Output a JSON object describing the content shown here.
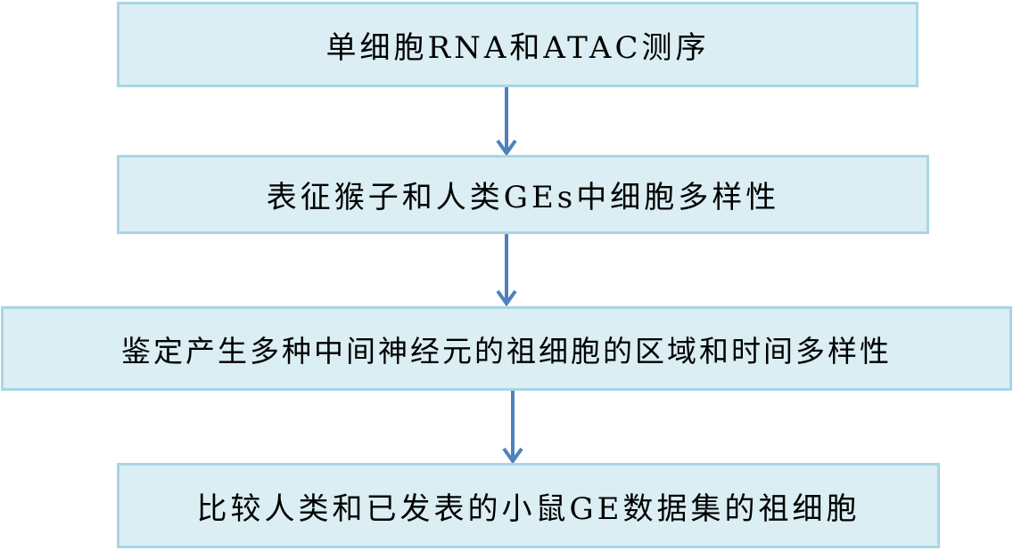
{
  "steps": [
    {
      "label": "单细胞RNA和ATAC测序"
    },
    {
      "label": "表征猴子和人类GEs中细胞多样性"
    },
    {
      "label": "鉴定产生多种中间神经元的祖细胞的区域和时间多样性"
    },
    {
      "label": "比较人类和已发表的小鼠GE数据集的祖细胞"
    }
  ],
  "colors": {
    "box_fill": "#daeef3",
    "box_border": "#a8d6e6",
    "arrow": "#4f81bd"
  }
}
